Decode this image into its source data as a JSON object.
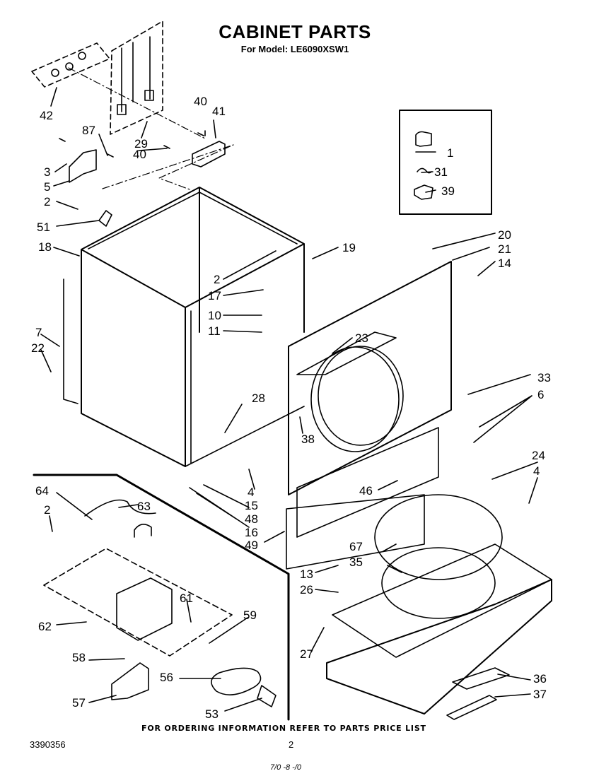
{
  "title": "CABINET PARTS",
  "subtitle": "For Model: LE6090XSW1",
  "footer_note": "FOR ORDERING INFORMATION REFER TO PARTS PRICE LIST",
  "document_number": "3390356",
  "page_number": "2",
  "date_mark": "7/0 -8 -/0",
  "callouts": {
    "c1": "1",
    "c31": "31",
    "c39": "39",
    "c42": "42",
    "c29": "29",
    "c40a": "40",
    "c41": "41",
    "c40b": "40",
    "c87": "87",
    "c3": "3",
    "c5": "5",
    "c2a": "2",
    "c51": "51",
    "c18": "18",
    "c2b": "2",
    "c19": "19",
    "c17": "17",
    "c10": "10",
    "c11": "11",
    "c20": "20",
    "c21": "21",
    "c14": "14",
    "c23": "23",
    "c33": "33",
    "c6": "6",
    "c7": "7",
    "c22": "22",
    "c28": "28",
    "c38": "38",
    "c4a": "4",
    "c15": "15",
    "c48": "48",
    "c16": "16",
    "c49": "49",
    "c46": "46",
    "c24": "24",
    "c4b": "4",
    "c64": "64",
    "c63": "63",
    "c2c": "2",
    "c67": "67",
    "c35": "35",
    "c13": "13",
    "c26": "26",
    "c27": "27",
    "c61": "61",
    "c62": "62",
    "c59": "59",
    "c58": "58",
    "c56": "56",
    "c57": "57",
    "c53": "53",
    "c36": "36",
    "c37": "37"
  }
}
